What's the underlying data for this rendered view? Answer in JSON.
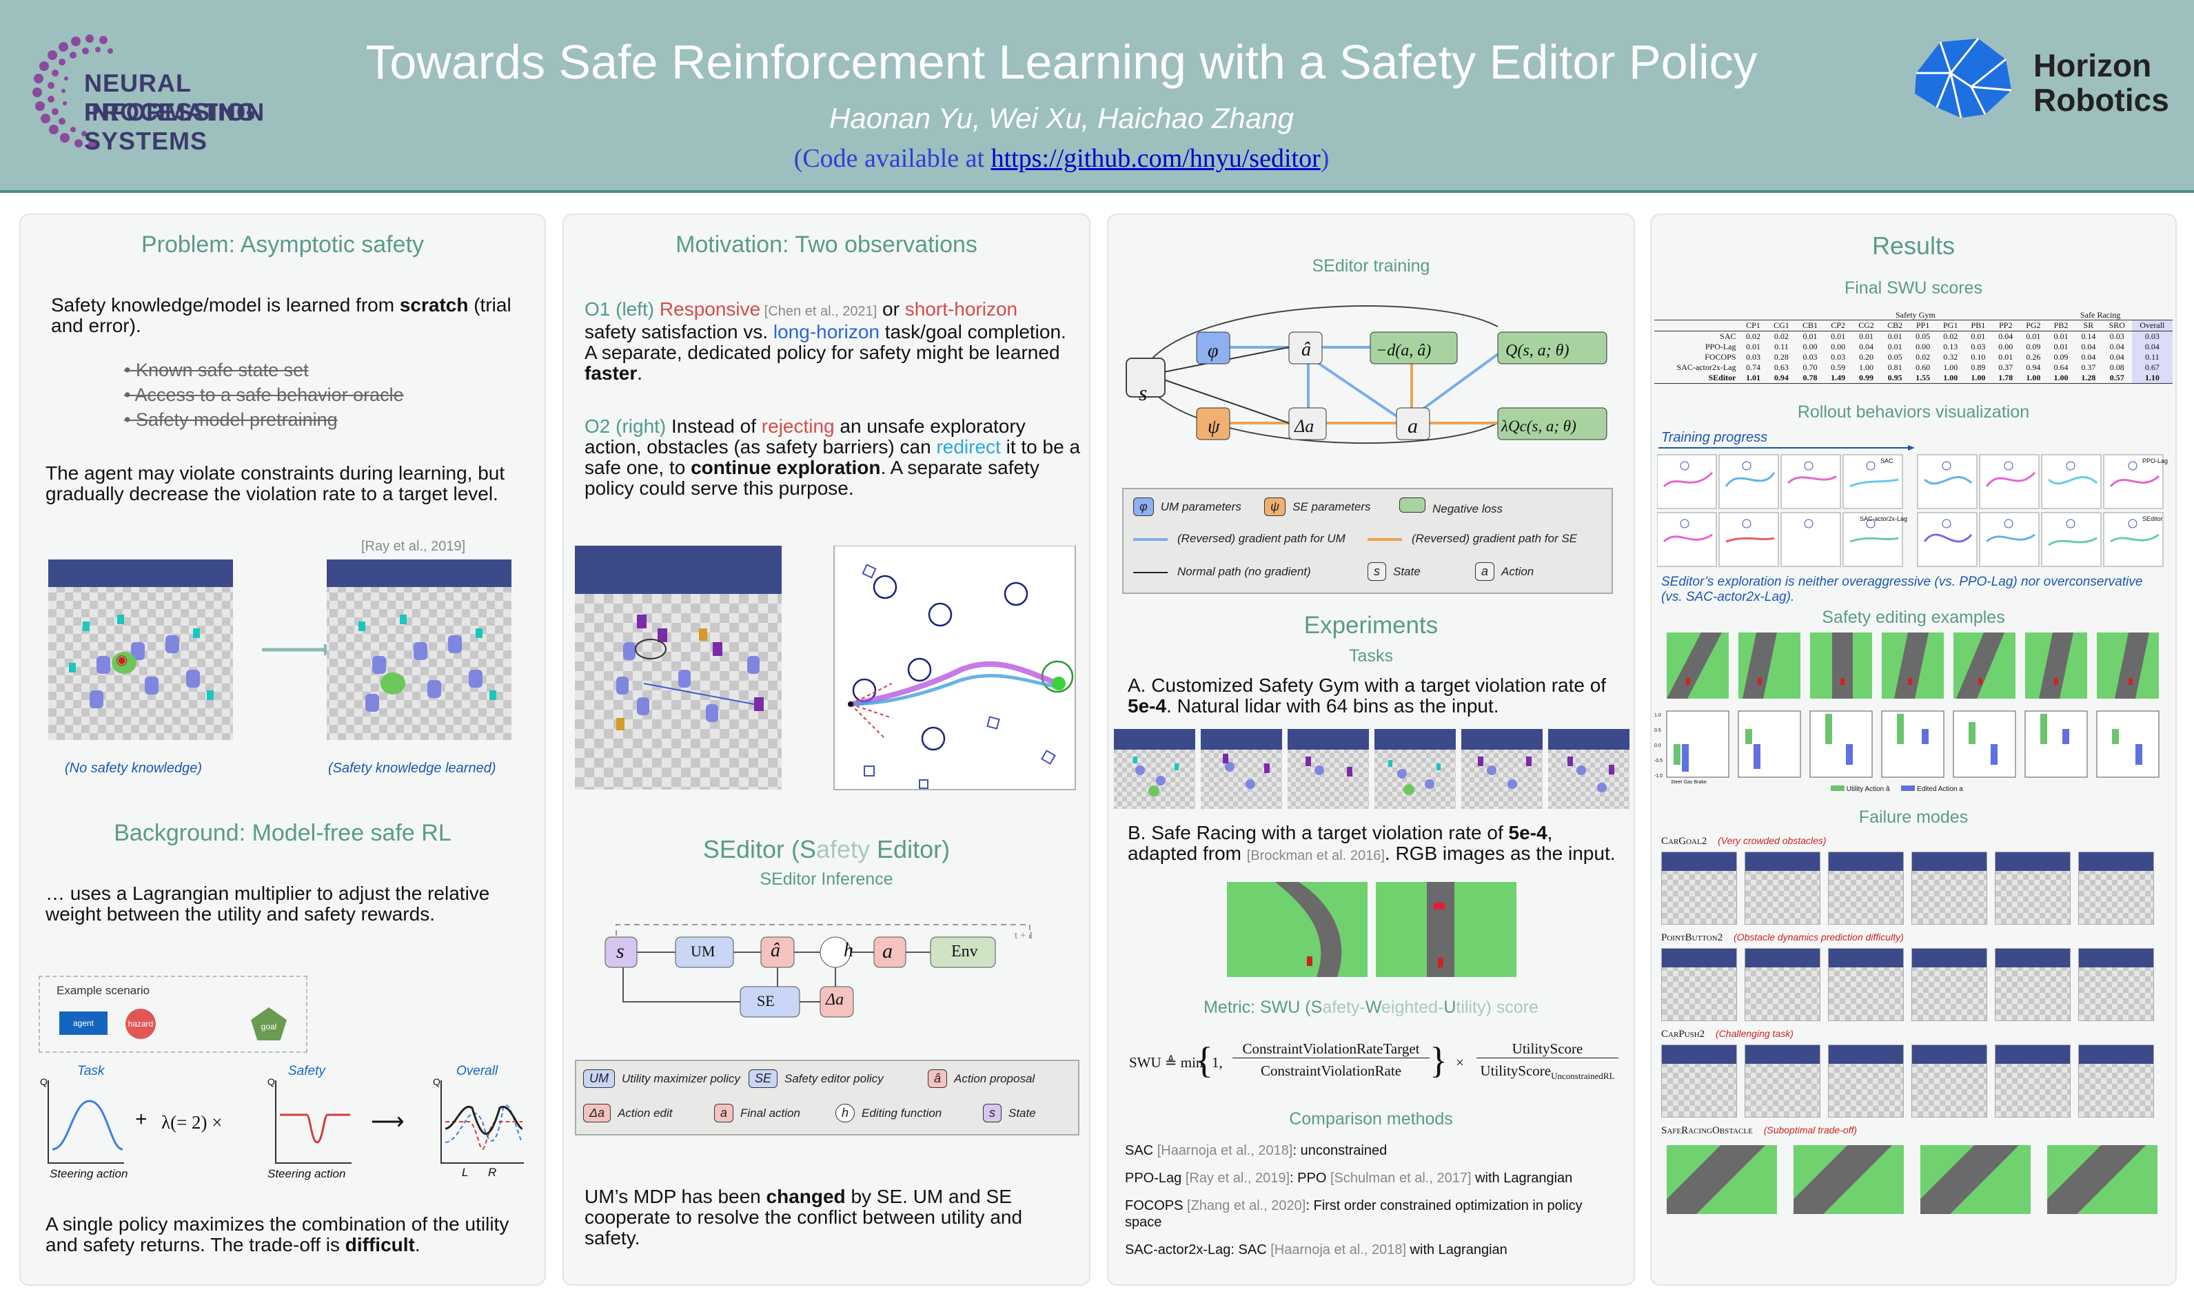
{
  "header": {
    "conf_line1": "NEURAL INFORMATION",
    "conf_line2": "PROCESSING SYSTEMS",
    "title": "Towards Safe Reinforcement Learning with a Safety Editor Policy",
    "authors": "Haonan Yu, Wei Xu, Haichao Zhang",
    "code_prefix": "(Code available at ",
    "code_url": "https://github.com/hnyu/seditor",
    "code_suffix": ")",
    "org_line1": "Horizon",
    "org_line2": "Robotics"
  },
  "col1": {
    "problem_title": "Problem: Asymptotic safety",
    "p1a": "Safety knowledge/model is learned from ",
    "p1b": "scratch",
    "p1c": " (trial and error).",
    "struck": [
      "Known safe state set",
      "Access to a safe behavior oracle",
      "Safety model pretraining"
    ],
    "p2": "The agent may violate constraints during learning, but gradually decrease the violation rate to a target level.",
    "ref": "[Ray et al., 2019]",
    "cap_left": "(No safety knowledge)",
    "cap_right": "(Safety knowledge learned)",
    "background_title": "Background: Model-free safe RL",
    "p3": "… uses a Lagrangian multiplier to adjust the relative weight between the utility and safety rewards.",
    "example_label": "Example scenario",
    "agent": "agent",
    "hazard": "hazard",
    "goal": "goal",
    "task": "Task",
    "safety": "Safety",
    "overall": "Overall",
    "q": "Q",
    "steering": "Steering action",
    "lambda": "λ(= 2) ×",
    "plus": "+",
    "arrow": "⟶",
    "L": "L",
    "R": "R",
    "p4a": "A single policy maximizes the combination of the utility and safety returns. The trade-off is ",
    "p4b": "difficult",
    "p4c": "."
  },
  "col2": {
    "title": "Motivation: Two observations",
    "o1_label": "O1 (left) ",
    "o1_resp": "Responsive",
    "o1_ref": " [Chen et al., 2021]",
    "o1_or": " or ",
    "o1_short": "short-horizon",
    "o1_mid": " safety satisfaction vs. ",
    "o1_long": "long-horizon",
    "o1_rest": " task/goal completion. A separate, dedicated policy for safety might be learned ",
    "o1_faster": "faster",
    "o1_end": ".",
    "o2_label": "O2 (right) ",
    "o2_a": "Instead of ",
    "o2_reject": "rejecting",
    "o2_b": " an unsafe exploratory action, obstacles (as safety barriers) can ",
    "o2_redirect": "redirect",
    "o2_c": " it to be a safe one, to ",
    "o2_cont": "continue exploration",
    "o2_d": ". A separate safety policy could serve this purpose.",
    "seditor_title_a": "SEditor (S",
    "seditor_title_b": "afety",
    "seditor_title_c": " Editor)",
    "inference": "SEditor Inference",
    "nodes": {
      "s": "s",
      "um": "UM",
      "ahat": "â",
      "h": "h",
      "a": "a",
      "env": "Env",
      "se": "SE",
      "da": "Δa",
      "t1": "t + 1"
    },
    "legend": {
      "um": "UM",
      "um_desc": "Utility maximizer policy",
      "se": "SE",
      "se_desc": "Safety editor policy",
      "ahat": "â",
      "ahat_desc": "Action proposal",
      "da": "Δa",
      "da_desc": "Action edit",
      "a": "a",
      "a_desc": "Final action",
      "h": "h",
      "h_desc": "Editing function",
      "s": "s",
      "s_desc": "State"
    },
    "p_end_a": "UM’s MDP has been ",
    "p_end_b": "changed",
    "p_end_c": " by SE. UM and SE cooperate to resolve the conflict between utility and safety."
  },
  "col3": {
    "training": "SEditor training",
    "nodes": {
      "s": "s",
      "phi": "φ",
      "psi": "ψ",
      "ahat": "â",
      "da": "Δa",
      "a": "a",
      "negd": "−d(a, â)",
      "q": "Q(s, a; θ)",
      "qc": "λQc(s, a; θ)"
    },
    "legend": {
      "phi": "φ",
      "phi_desc": "UM parameters",
      "psi": "ψ",
      "psi_desc": "SE parameters",
      "neg_desc": "Negative loss",
      "grad_um": "(Reversed) gradient path for UM",
      "grad_se": "(Reversed) gradient path for SE",
      "normal": "Normal path (no gradient)",
      "s": "s",
      "s_desc": "State",
      "a": "a",
      "a_desc": "Action"
    },
    "experiments": "Experiments",
    "tasks": "Tasks",
    "taskA_a": "A. Customized Safety Gym with a target violation rate of ",
    "taskA_b": "5e-4",
    "taskA_c": ". Natural lidar with 64 bins as the input.",
    "taskB_a": "B. Safe Racing with a target violation rate of ",
    "taskB_b": "5e-4",
    "taskB_c": ", adapted from ",
    "taskB_ref": "[Brockman et al. 2016]",
    "taskB_d": ". RGB images as the input.",
    "metric_a": "Metric: SWU (S",
    "metric_b": "afety-",
    "metric_c": "W",
    "metric_d": "eighted-",
    "metric_e": "U",
    "metric_f": "tility) score",
    "formula": {
      "lhs": "SWU ≜ min",
      "one": "1,",
      "num1": "ConstraintViolationRateTarget",
      "den1": "ConstraintViolationRate",
      "times": "×",
      "num2": "UtilityScore",
      "den2": "UtilityScore",
      "den2_sub": "UnconstrainedRL"
    },
    "comparison": "Comparison methods",
    "methods": [
      {
        "name": "SAC ",
        "ref": "[Haarnoja et al., 2018]",
        "desc": ": unconstrained"
      },
      {
        "name": "PPO-Lag ",
        "ref": "[Ray et al., 2019]",
        "desc": ": PPO ",
        "ref2": "[Schulman et al., 2017]",
        "desc2": " with Lagrangian"
      },
      {
        "name": "FOCOPS ",
        "ref": "[Zhang et al., 2020]",
        "desc": ": First order constrained optimization in policy space"
      },
      {
        "name": "SAC-actor2x-Lag: SAC ",
        "ref": "[Haarnoja et al., 2018]",
        "desc": " with Lagrangian"
      }
    ]
  },
  "col4": {
    "results": "Results",
    "final_swu": "Final SWU scores",
    "table": {
      "group1": "Safety Gym",
      "group2": "Safe Racing",
      "headers": [
        "",
        "CP1",
        "CG1",
        "CB1",
        "CP2",
        "CG2",
        "CB2",
        "PP1",
        "PG1",
        "PB1",
        "PP2",
        "PG2",
        "PB2",
        "SR",
        "SRO",
        "Overall"
      ],
      "rows": [
        [
          "SAC",
          "0.02",
          "0.02",
          "0.01",
          "0.01",
          "0.01",
          "0.01",
          "0.05",
          "0.02",
          "0.01",
          "0.04",
          "0.01",
          "0.01",
          "0.14",
          "0.03",
          "0.03"
        ],
        [
          "PPO-Lag",
          "0.01",
          "0.11",
          "0.00",
          "0.00",
          "0.04",
          "0.01",
          "0.00",
          "0.13",
          "0.03",
          "0.00",
          "0.09",
          "0.01",
          "0.04",
          "0.04",
          "0.04"
        ],
        [
          "FOCOPS",
          "0.03",
          "0.28",
          "0.03",
          "0.03",
          "0.20",
          "0.05",
          "0.02",
          "0.32",
          "0.10",
          "0.01",
          "0.26",
          "0.09",
          "0.04",
          "0.04",
          "0.11"
        ],
        [
          "SAC-actor2x-Lag",
          "0.74",
          "0.63",
          "0.70",
          "0.59",
          "1.00",
          "0.81",
          "0.60",
          "1.00",
          "0.89",
          "0.37",
          "0.94",
          "0.64",
          "0.37",
          "0.08",
          "0.67"
        ],
        [
          "SEditor",
          "1.01",
          "0.94",
          "0.78",
          "1.49",
          "0.99",
          "0.95",
          "1.55",
          "1.00",
          "1.00",
          "1.78",
          "1.00",
          "1.00",
          "1.28",
          "0.57",
          "1.10"
        ]
      ]
    },
    "rollout": "Rollout behaviors visualization",
    "training_progress": "Training progress",
    "sac_tag": "SAC",
    "ppo_tag": "PPO-Lag",
    "sac2_tag": "SAC-actor2x-Lag",
    "sed_tag": "SEditor",
    "exploration": "SEditor’s exploration is neither overaggressive (vs. PPO-Lag) nor overconservative (vs. SAC-actor2x-Lag).",
    "safety_edit": "Safety editing examples",
    "y_ticks": [
      "1.0",
      "0.5",
      "0.0",
      "-0.5",
      "-1.0"
    ],
    "x_ticks": [
      "Steer",
      "Gas",
      "Brake"
    ],
    "utility_action": "Utility Action â",
    "edited_action": "Edited Action a",
    "failure": "Failure modes",
    "fm": [
      {
        "name": "CarGoal2",
        "note": "(Very crowded obstacles)"
      },
      {
        "name": "PointButton2",
        "note": "(Obstacle dynamics prediction difficulty)"
      },
      {
        "name": "CarPush2",
        "note": "(Challenging task)"
      },
      {
        "name": "SafeRacingObstacle",
        "note": "(Suboptimal trade-off)"
      }
    ]
  }
}
